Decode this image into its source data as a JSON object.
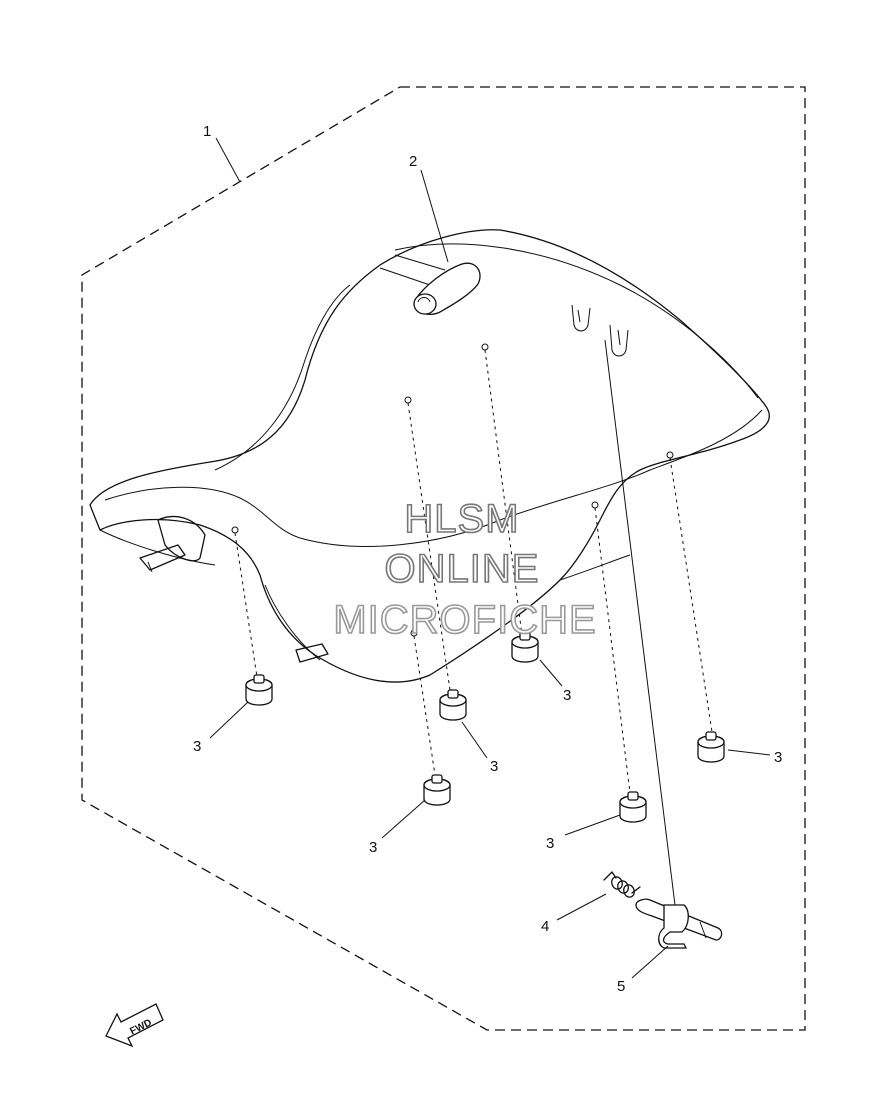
{
  "watermark": {
    "line1": "HLSM",
    "line2": "ONLINE",
    "line3": "MICROFICHE"
  },
  "direction_label": "FWD",
  "callouts": {
    "seat_assembly": "1",
    "seat_strap": "2",
    "damper": "3",
    "spring": "4",
    "hook": "5"
  }
}
